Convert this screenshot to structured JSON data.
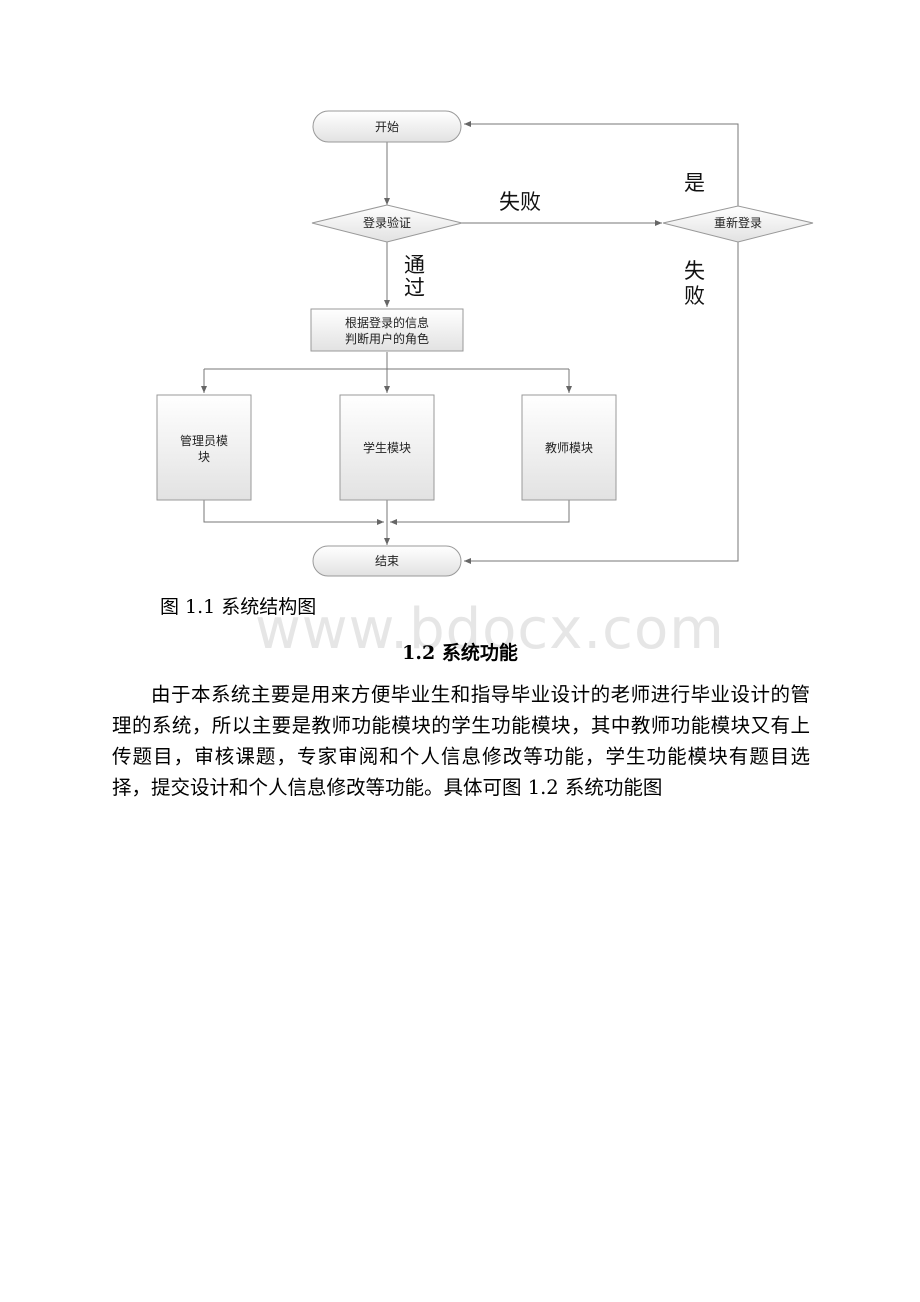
{
  "flowchart": {
    "start": "开始",
    "login_check": "登录验证",
    "relogin": "重新登录",
    "role_judge_line1": "根据登录的信息",
    "role_judge_line2": "判断用户的角色",
    "admin_module_line1": "管理员模",
    "admin_module_line2": "块",
    "student_module": "学生模块",
    "teacher_module": "教师模块",
    "end": "结束",
    "label_fail": "失败",
    "label_pass_1": "通",
    "label_pass_2": "过",
    "label_yes": "是",
    "label_fail2_1": "失",
    "label_fail2_2": "败"
  },
  "caption": "图 1.1 系统结构图",
  "watermark": "www.bdocx.com",
  "section_heading": "1.2 系统功能",
  "body_paragraph": "由于本系统主要是用来方便毕业生和指导毕业设计的老师进行毕业设计的管理的系统，所以主要是教师功能模块的学生功能模块，其中教师功能模块又有上传题目，审核课题，专家审阅和个人信息修改等功能，学生功能模块有题目选择，提交设计和个人信息修改等功能。具体可图 1.2 系统功能图"
}
